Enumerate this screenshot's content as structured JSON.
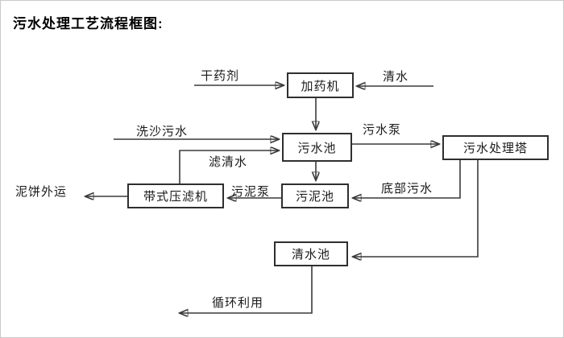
{
  "title": "污水处理工艺流程框图:",
  "nodes": {
    "dosing_machine": "加药机",
    "sewage_pool": "污水池",
    "treatment_tower": "污水处理塔",
    "belt_filter_press": "带式压滤机",
    "sludge_pool": "污泥池",
    "clean_water_pool": "清水池"
  },
  "edge_labels": {
    "dry_chemical": "干药剂",
    "clean_water": "清水",
    "sand_washing_sewage": "洗沙污水",
    "sewage_pump": "污水泵",
    "filtered_water": "滤清水",
    "mud_cake_out": "泥饼外运",
    "sludge_pump": "污泥泵",
    "bottom_sewage": "底部污水",
    "recycle_use": "循环利用"
  },
  "edges": [
    {
      "from": "干药剂",
      "to": "加药机",
      "label": "干药剂"
    },
    {
      "from": "清水",
      "to": "加药机",
      "label": "清水"
    },
    {
      "from": "加药机",
      "to": "污水池",
      "label": ""
    },
    {
      "from": "洗沙污水",
      "to": "污水池",
      "label": "洗沙污水"
    },
    {
      "from": "带式压滤机",
      "to": "污水池",
      "label": "滤清水"
    },
    {
      "from": "污水池",
      "to": "污水处理塔",
      "label": "污水泵"
    },
    {
      "from": "污水池",
      "to": "污泥池",
      "label": ""
    },
    {
      "from": "污水处理塔",
      "to": "污泥池",
      "label": "底部污水"
    },
    {
      "from": "污泥池",
      "to": "带式压滤机",
      "label": "污泥泵"
    },
    {
      "from": "带式压滤机",
      "to": "泥饼外运",
      "label": "泥饼外运"
    },
    {
      "from": "污水处理塔",
      "to": "清水池",
      "label": ""
    },
    {
      "from": "清水池",
      "to": "循环利用",
      "label": "循环利用"
    }
  ],
  "colors": {
    "line": "#3a3a3a",
    "box_border": "#2f2f2f",
    "text": "#000000",
    "background": "#ffffff"
  }
}
